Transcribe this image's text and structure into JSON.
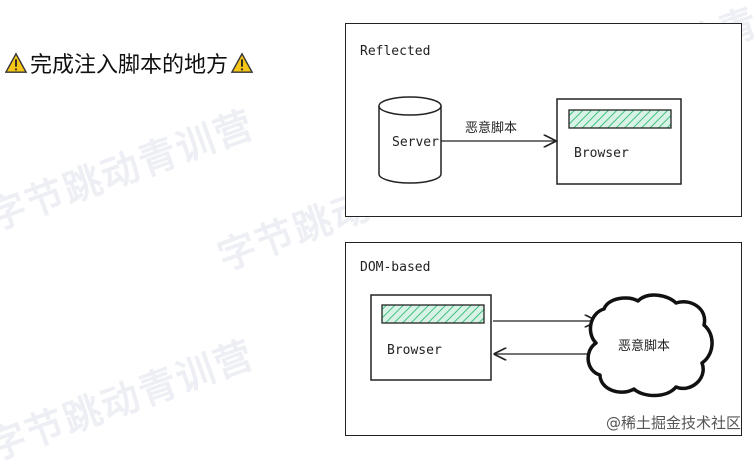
{
  "heading": {
    "text": "完成注入脚本的地方"
  },
  "watermark": {
    "text": "字节跳动青训营"
  },
  "reflected": {
    "title": "Reflected",
    "server_label": "Server",
    "arrow_label": "恶意脚本",
    "browser_label": "Browser"
  },
  "dom_based": {
    "title": "DOM-based",
    "browser_label": "Browser",
    "cloud_label": "恶意脚本"
  },
  "credit": {
    "text": "@稀土掘金技术社区"
  },
  "colors": {
    "hatch": "#3fbf7f",
    "warning": "#f5c518",
    "stroke": "#222222"
  }
}
